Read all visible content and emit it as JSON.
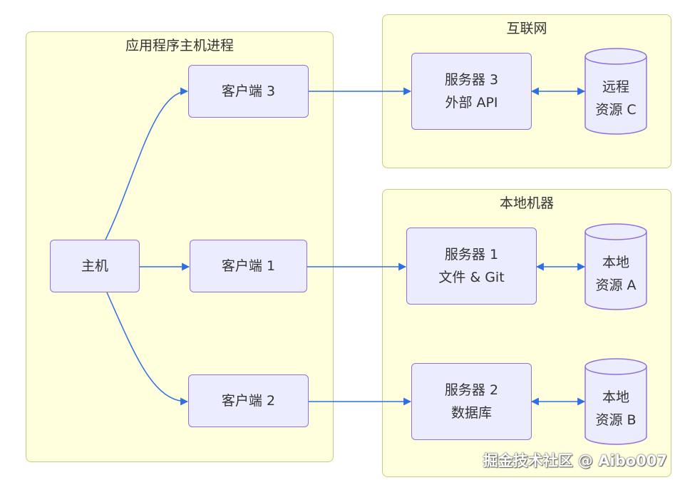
{
  "groups": {
    "app": {
      "title": "应用程序主机进程"
    },
    "internet": {
      "title": "互联网"
    },
    "local": {
      "title": "本地机器"
    }
  },
  "nodes": {
    "host": {
      "label": "主机"
    },
    "client3": {
      "label": "客户端 3"
    },
    "client1": {
      "label": "客户端 1"
    },
    "client2": {
      "label": "客户端 2"
    },
    "server3": {
      "line1": "服务器 3",
      "line2": "外部 API"
    },
    "server1": {
      "line1": "服务器 1",
      "line2": "文件 & Git"
    },
    "server2": {
      "line1": "服务器 2",
      "line2": "数据库"
    },
    "remoteC": {
      "line1": "远程",
      "line2": "资源 C"
    },
    "localA": {
      "line1": "本地",
      "line2": "资源 A"
    },
    "localB": {
      "line1": "本地",
      "line2": "资源 B"
    }
  },
  "watermark": "掘金技术社区 @ Aibo007",
  "colors": {
    "group_fill": "#ffffde",
    "group_border": "#c9c987",
    "node_fill": "#ececff",
    "node_border": "#9370db",
    "edge": "#2f6fe6"
  }
}
